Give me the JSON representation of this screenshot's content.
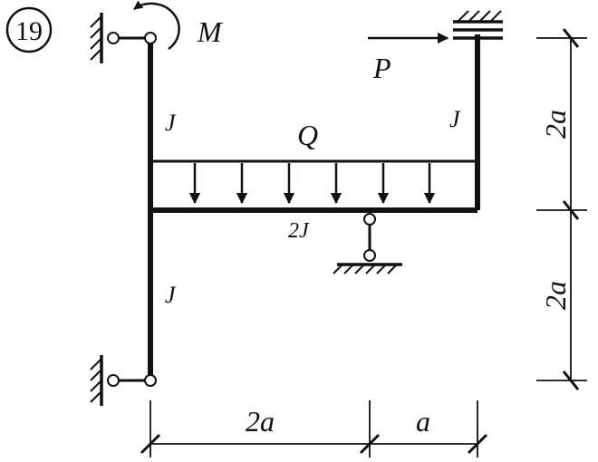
{
  "figure": {
    "number": "19",
    "colors": {
      "ink": "#111111",
      "background": "#ffffff"
    }
  },
  "loads": {
    "moment": "M",
    "force": "P",
    "distributed": "Q"
  },
  "stiffness": {
    "left_column_upper": "J",
    "left_column_lower": "J",
    "right_column": "J",
    "beam": "2J"
  },
  "dimensions": {
    "vertical_upper": "2a",
    "vertical_lower": "2a",
    "horizontal_left": "2a",
    "horizontal_right": "a"
  }
}
